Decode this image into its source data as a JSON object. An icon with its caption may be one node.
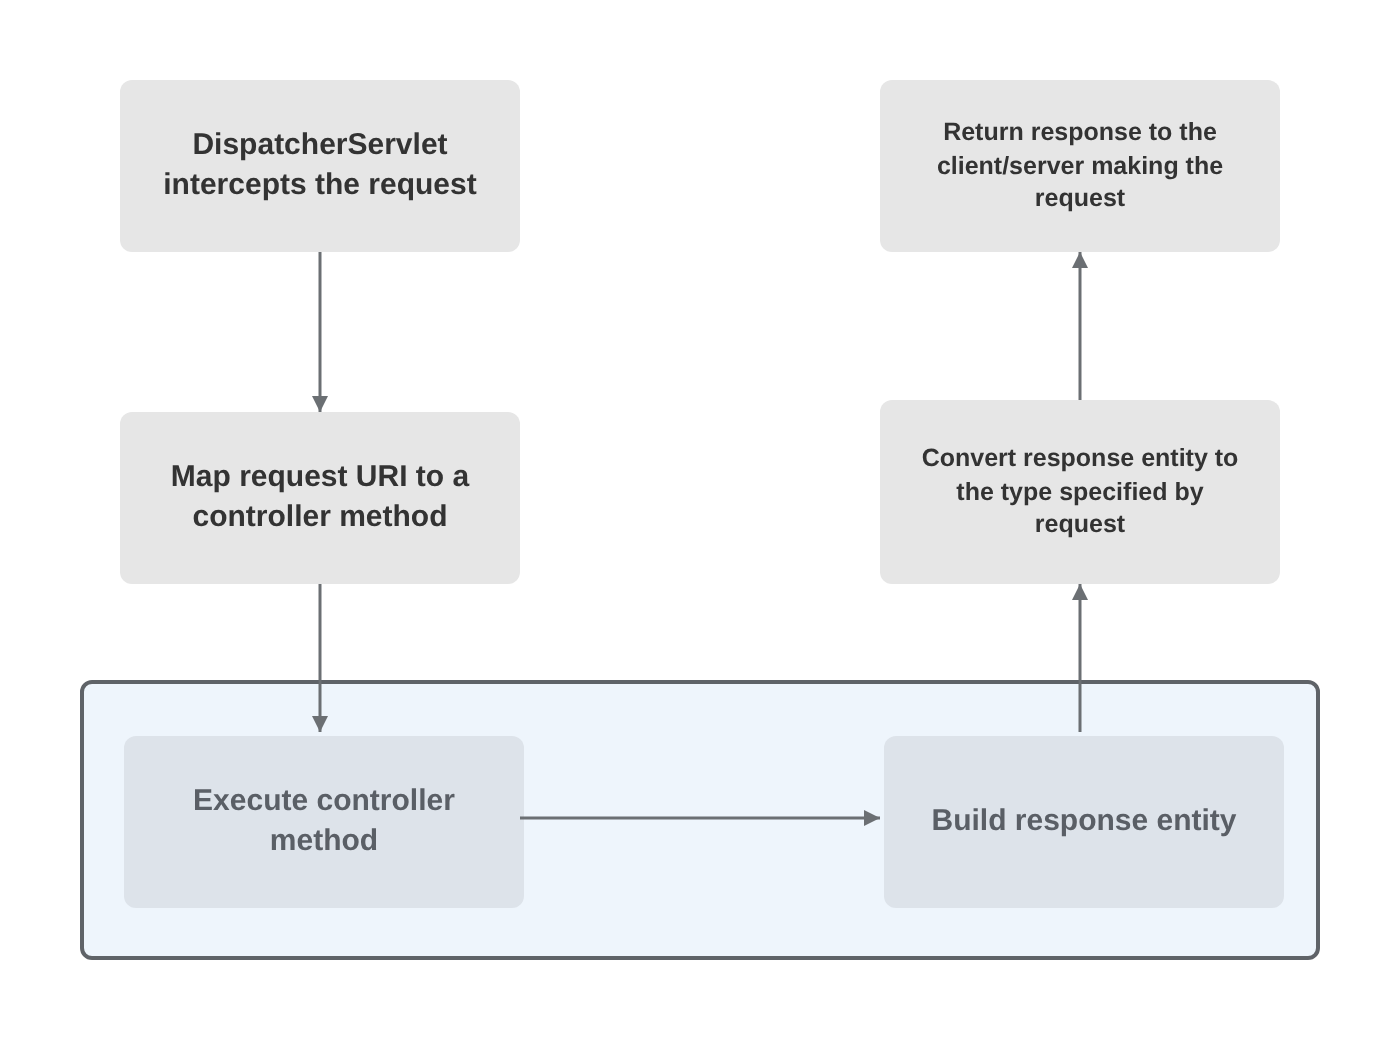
{
  "diagram": {
    "nodes": [
      {
        "text": [
          "DispatcherServlet intercepts the request"
        ]
      },
      {
        "text": [
          "Map request URI to a controller method"
        ]
      },
      {
        "text": [],
        "shape": "box"
      },
      {
        "text": [
          "Execute controller method"
        ],
        "in": 2
      },
      {
        "text": [
          "Build response entity"
        ],
        "in": 2
      },
      {
        "text": [
          "Convert response entity to the type specified by request"
        ]
      },
      {
        "text": [
          "Return response to the client/server making the request"
        ]
      }
    ],
    "edges": [
      {
        "from": 0,
        "to": 1,
        "arrow": "to"
      },
      {
        "from": 1,
        "to": 3,
        "arrow": "to"
      },
      {
        "from": 3,
        "to": 4,
        "arrow": "to"
      },
      {
        "from": 4,
        "to": 5,
        "arrow": "to"
      },
      {
        "from": 5,
        "to": 6,
        "arrow": "to"
      }
    ]
  }
}
